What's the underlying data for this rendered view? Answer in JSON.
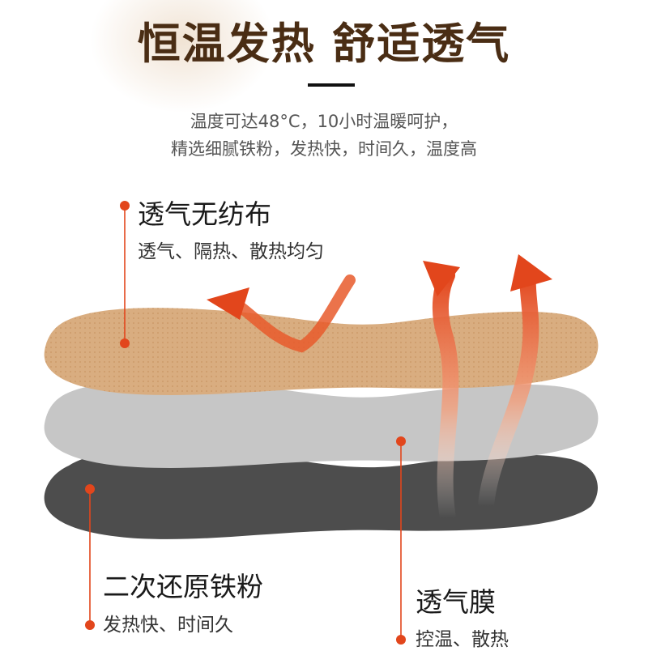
{
  "header": {
    "title": "恒温发热 舒适透气",
    "subtitle_line1": "温度可达48°C，10小时温暖呵护，",
    "subtitle_line2": "精选细腻铁粉，发热快，时间久，温度高"
  },
  "layers": [
    {
      "title": "透气无纺布",
      "desc": "透气、隔热、散热均匀"
    },
    {
      "title": "二次还原铁粉",
      "desc": "发热快、时间久"
    },
    {
      "title": "透气膜",
      "desc": "控温、散热"
    }
  ],
  "colors": {
    "title": "#4a2d14",
    "accent": "#e2461c",
    "fabric_layer": "#d9ad80",
    "middle_layer": "#c6c6c6",
    "bottom_layer": "#4d4d4d"
  }
}
